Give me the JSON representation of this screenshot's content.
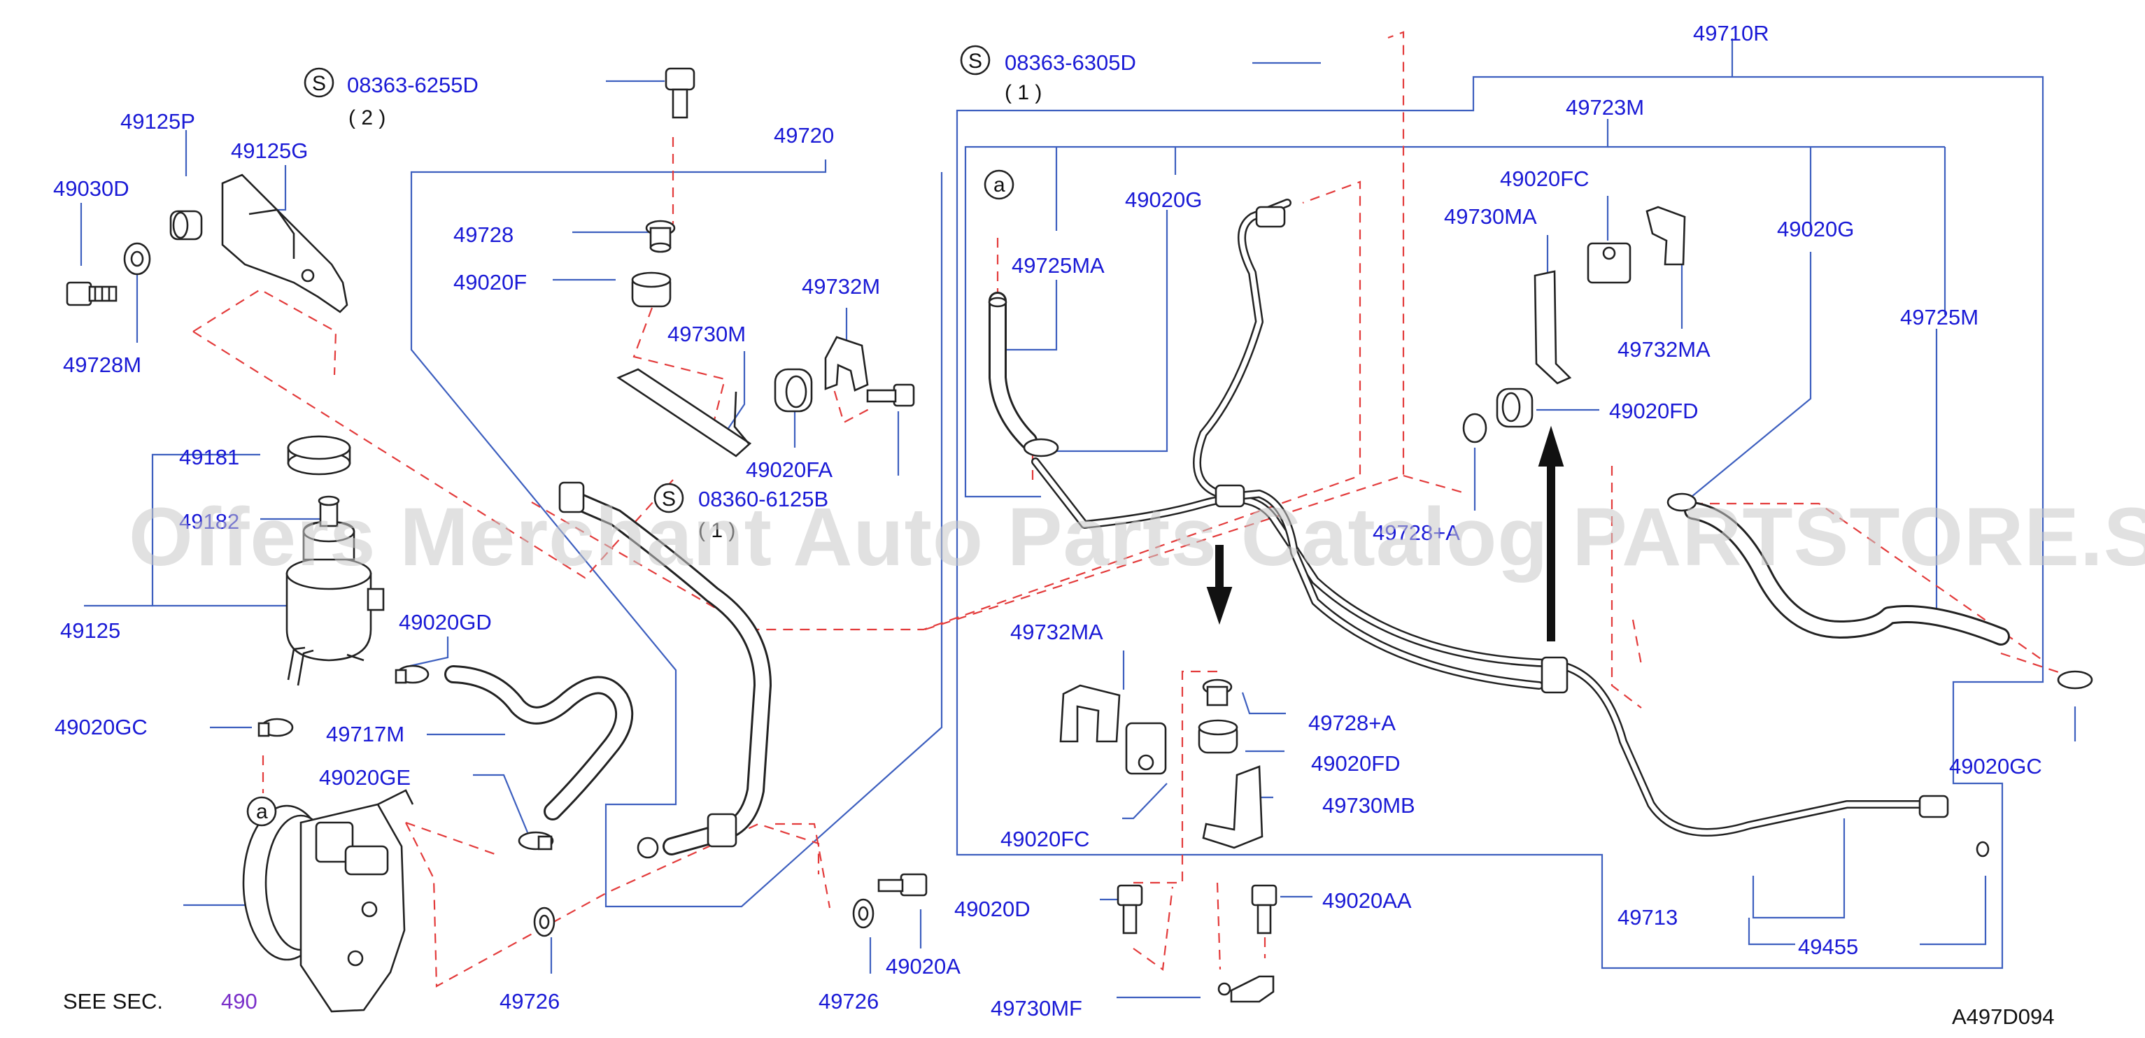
{
  "diagram": {
    "watermark": "Offers Merchant Auto Parts Catalog PARTSTORE.SA",
    "figure_code": "A497D094",
    "see_section": {
      "text": "SEE  SEC.",
      "section": "490"
    },
    "screws": [
      {
        "symbol": "S",
        "code": "08363-6255D",
        "qty": "( 2 )"
      },
      {
        "symbol": "S",
        "code": "08363-6305D",
        "qty": "( 1 )"
      },
      {
        "symbol": "S",
        "code": "08360-6125B",
        "qty": "( 1 )"
      }
    ],
    "refs": [
      "a",
      "a"
    ],
    "parts": {
      "p49125P": "49125P",
      "p49125G": "49125G",
      "p49030D": "49030D",
      "p49728M": "49728M",
      "p49181": "49181",
      "p49182": "49182",
      "p49125": "49125",
      "p49020GD": "49020GD",
      "p49020GC_left": "49020GC",
      "p49717M": "49717M",
      "p49020GE": "49020GE",
      "p49720": "49720",
      "p49728": "49728",
      "p49020F": "49020F",
      "p49732M": "49732M",
      "p49730M": "49730M",
      "p49020FA": "49020FA",
      "p49726_left": "49726",
      "p49726_mid": "49726",
      "p49020D": "49020D",
      "p49020A": "49020A",
      "p49725MA": "49725MA",
      "p49020G_mid": "49020G",
      "p49732MA_mid": "49732MA",
      "p49020FC_mid": "49020FC",
      "p49710R": "49710R",
      "p49723M": "49723M",
      "p49020FC_top": "49020FC",
      "p49730MA": "49730MA",
      "p49732MA_top": "49732MA",
      "p49020G_right": "49020G",
      "p49725M": "49725M",
      "p49020FD_top": "49020FD",
      "p49728A_top": "49728+A",
      "p49728A_mid": "49728+A",
      "p49020FD_mid": "49020FD",
      "p49730MB": "49730MB",
      "p49020AA": "49020AA",
      "p49730MF": "49730MF",
      "p49020GC_right": "49020GC",
      "p49713": "49713",
      "p49455": "49455"
    }
  }
}
